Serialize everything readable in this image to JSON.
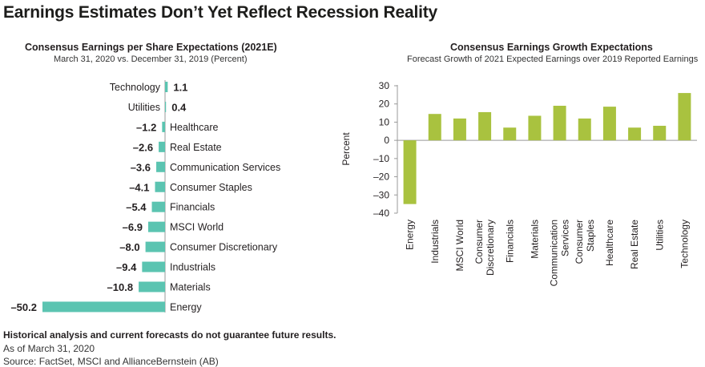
{
  "page": {
    "title": "Earnings Estimates Don’t Yet Reflect Recession Reality",
    "footnote": "Historical analysis and current forecasts do not guarantee future results.",
    "as_of": "As of March 31, 2020",
    "source": "Source: FactSet, MSCI and AllianceBernstein (AB)"
  },
  "colors": {
    "left_bar": "#5bc4b1",
    "right_bar": "#a9c23f",
    "axis": "#999999",
    "text": "#231f20"
  },
  "chart_data": [
    {
      "type": "bar",
      "orientation": "horizontal",
      "title": "Consensus Earnings per Share Expectations (2021E)",
      "subtitle": "March 31, 2020 vs. December 31, 2019 (Percent)",
      "categories": [
        "Technology",
        "Utilities",
        "Healthcare",
        "Real Estate",
        "Communication Services",
        "Consumer Staples",
        "Financials",
        "MSCI World",
        "Consumer Discretionary",
        "Industrials",
        "Materials",
        "Energy"
      ],
      "values": [
        1.1,
        0.4,
        -1.2,
        -2.6,
        -3.6,
        -4.1,
        -5.4,
        -6.9,
        -8.0,
        -9.4,
        -10.8,
        -50.2
      ],
      "value_labels": [
        "1.1",
        "0.4",
        "–1.2",
        "–2.6",
        "–3.6",
        "–4.1",
        "–5.4",
        "–6.9",
        "–8.0",
        "–9.4",
        "–10.8",
        "–50.2"
      ],
      "data_labels": true,
      "grid": false
    },
    {
      "type": "bar",
      "title": "Consensus Earnings Growth Expectations",
      "subtitle": "Forecast Growth of 2021 Expected Earnings over 2019 Reported Earnings",
      "ylabel": "Percent",
      "ylim": [
        -40,
        30
      ],
      "yticks": [
        30,
        20,
        10,
        0,
        -10,
        -20,
        -30,
        -40
      ],
      "ytick_labels": [
        "30",
        "20",
        "10",
        "0",
        "–10",
        "–20",
        "–30",
        "–40"
      ],
      "categories": [
        [
          "Energy"
        ],
        [
          "Industrials"
        ],
        [
          "MSCI World"
        ],
        [
          "Consumer",
          "Discretionary"
        ],
        [
          "Financials"
        ],
        [
          "Materials"
        ],
        [
          "Communication",
          "Services"
        ],
        [
          "Consumer",
          "Staples"
        ],
        [
          "Healthcare"
        ],
        [
          "Real Estate"
        ],
        [
          "Utilities"
        ],
        [
          "Technology"
        ]
      ],
      "values": [
        -35,
        14.5,
        12,
        15.5,
        7,
        13.5,
        19,
        12,
        18.5,
        7,
        8,
        26
      ],
      "grid": false
    }
  ]
}
